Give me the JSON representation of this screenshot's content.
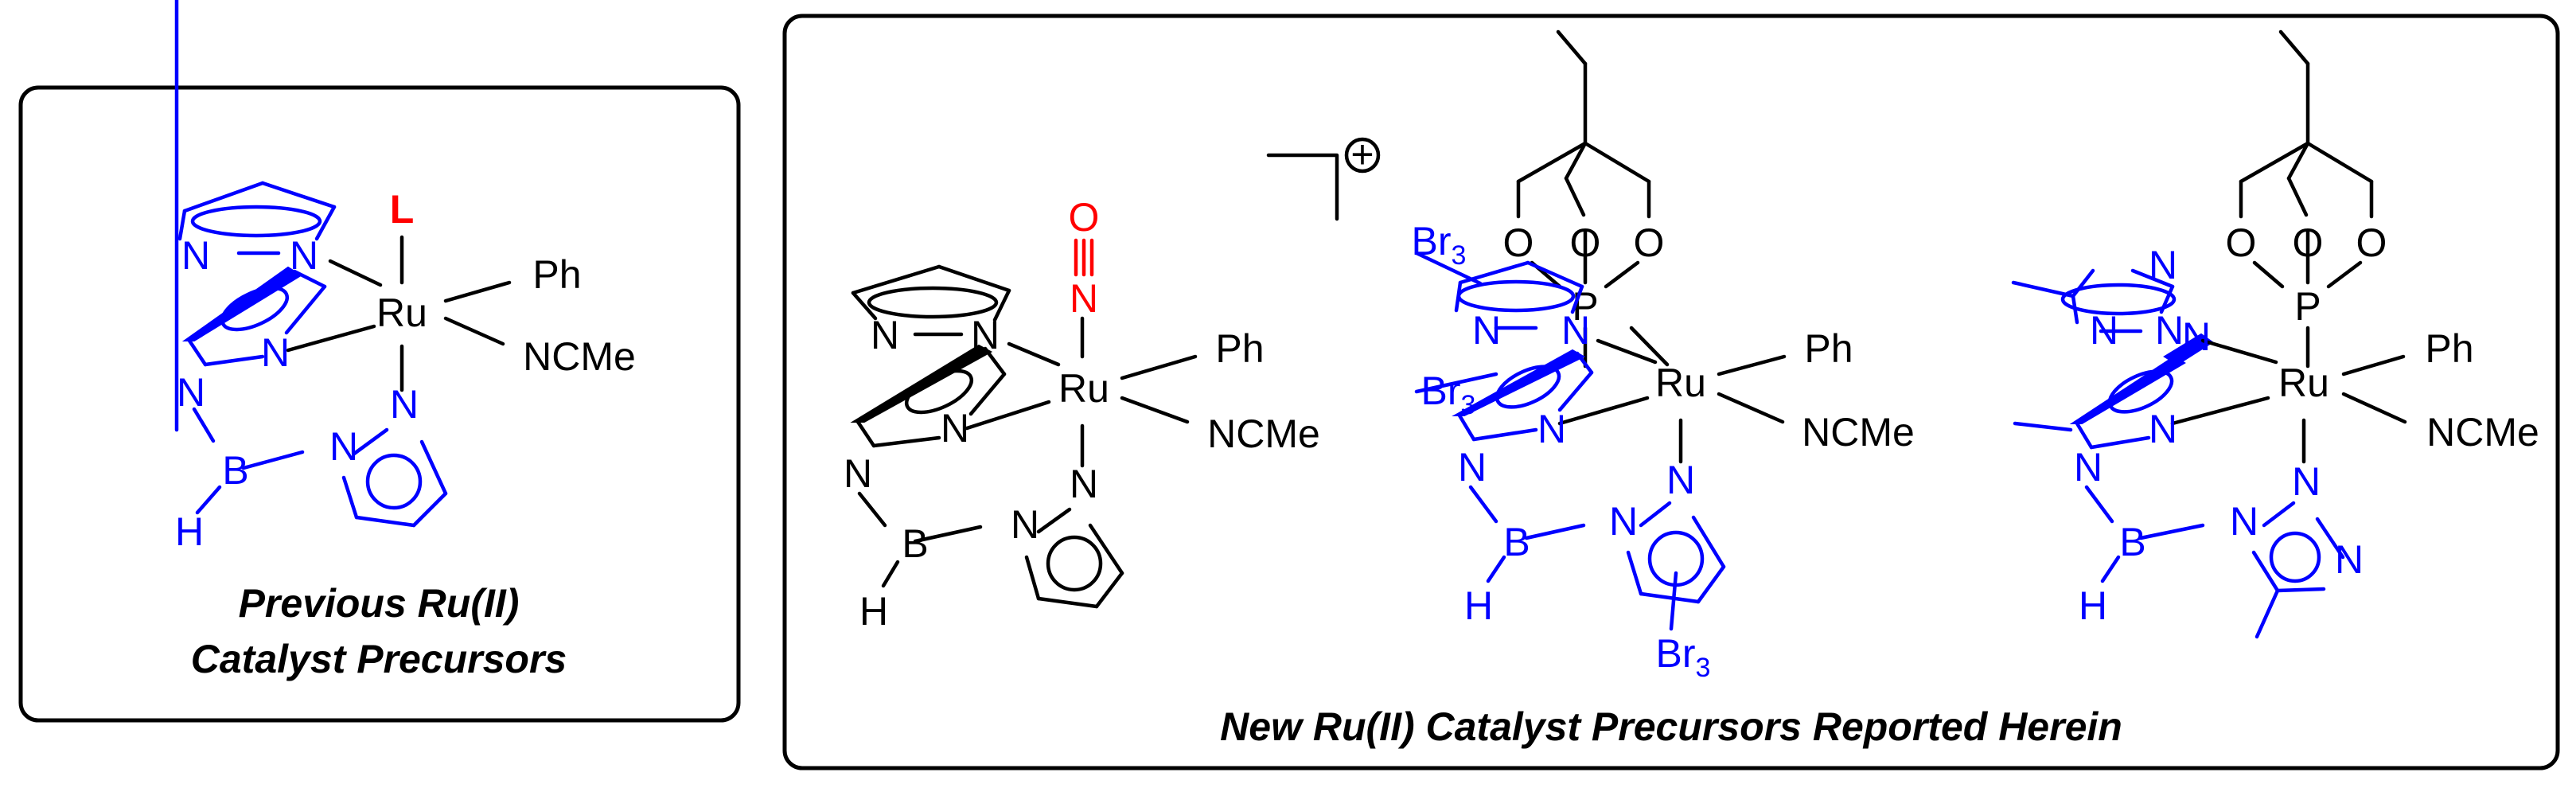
{
  "captions": {
    "previous_line1": "Previous Ru(II)",
    "previous_line2": "Catalyst Precursors",
    "new": "New Ru(II) Catalyst Precursors Reported Herein"
  },
  "labels": {
    "N": "N",
    "B": "B",
    "H": "H",
    "Ru": "Ru",
    "Ph": "Ph",
    "NCMe": "NCMe",
    "L": "L",
    "O": "O",
    "P": "P",
    "Br3": "Br",
    "Br3_sub": "3",
    "charge": "+"
  },
  "colors": {
    "ligand_blue": "#0000ff",
    "highlight_red": "#ff0000",
    "text": "#000000",
    "background": "#ffffff"
  }
}
